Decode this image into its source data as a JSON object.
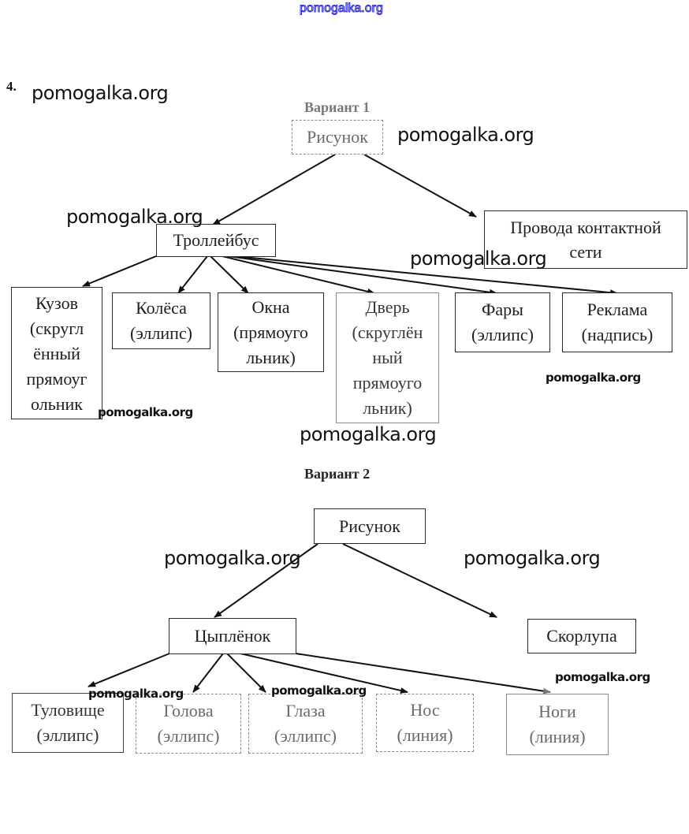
{
  "task_number": "4.",
  "watermarks": {
    "top": "pomogalka.org",
    "text": "pomogalka.org"
  },
  "variant1": {
    "title": "Вариант 1",
    "root": "Рисунок",
    "children": [
      {
        "label": "Троллейбус"
      },
      {
        "label": "Провода контактной\nсети"
      }
    ],
    "trolleybus_parts": [
      {
        "label": "Кузов\n(скругл\nённый\nпрямоуг\nольник"
      },
      {
        "label": "Колёса\n(эллипс)"
      },
      {
        "label": "Окна\n(прямоуго\nльник)"
      },
      {
        "label": "Дверь\n(скруглён\nный\nпрямоуго\nльник)"
      },
      {
        "label": "Фары\n(эллипс)"
      },
      {
        "label": "Реклама\n(надпись)"
      }
    ]
  },
  "variant2": {
    "title": "Вариант 2",
    "root": "Рисунок",
    "children": [
      {
        "label": "Цыплёнок"
      },
      {
        "label": "Скорлупа"
      }
    ],
    "chick_parts": [
      {
        "label": "Туловище\n(эллипс)"
      },
      {
        "label": "Голова\n(эллипс)"
      },
      {
        "label": "Глаза\n(эллипс)"
      },
      {
        "label": "Нос\n(линия)"
      },
      {
        "label": "Ноги\n(линия)"
      }
    ]
  }
}
